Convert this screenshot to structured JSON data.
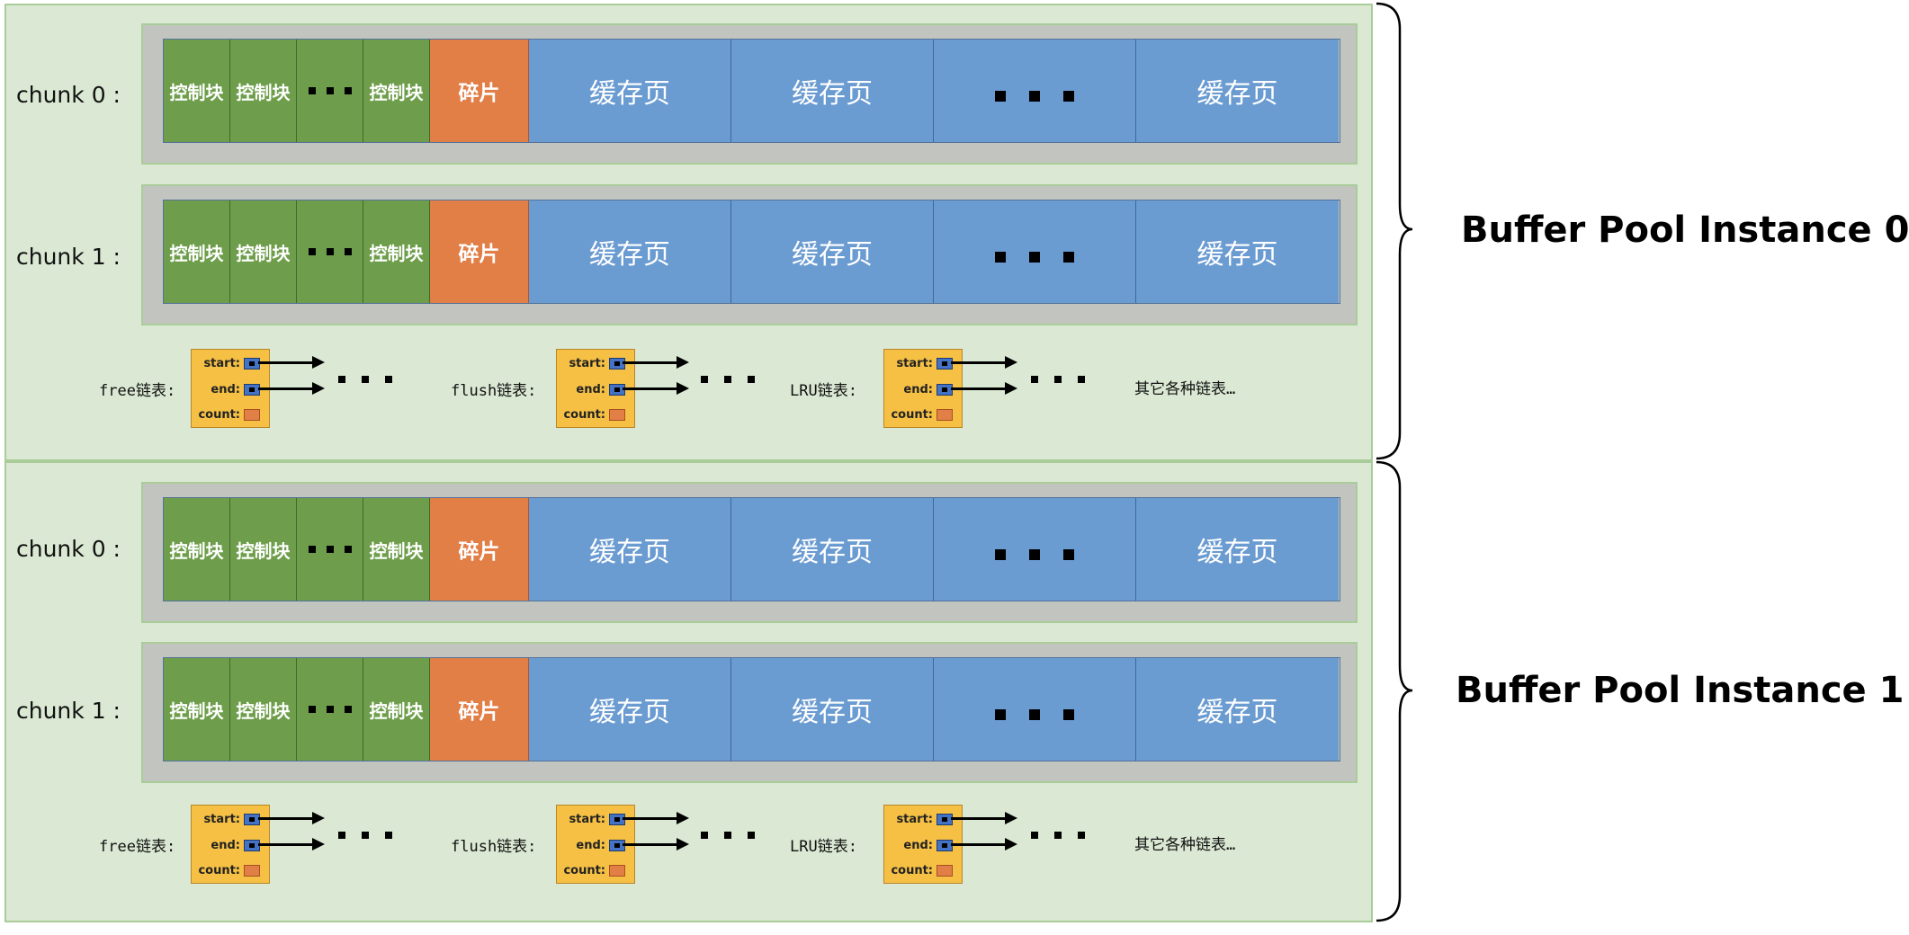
{
  "instances": [
    {
      "label": "Buffer Pool Instance 0",
      "chunks": [
        {
          "label": "chunk 0 :"
        },
        {
          "label": "chunk 1 :"
        }
      ],
      "lists": [
        {
          "label": "free链表:"
        },
        {
          "label": "flush链表:"
        },
        {
          "label": "LRU链表:"
        }
      ],
      "other_lists": "其它各种链表…"
    },
    {
      "label": "Buffer Pool Instance 1",
      "chunks": [
        {
          "label": "chunk 0 :"
        },
        {
          "label": "chunk 1 :"
        }
      ],
      "lists": [
        {
          "label": "free链表:"
        },
        {
          "label": "flush链表:"
        },
        {
          "label": "LRU链表:"
        }
      ],
      "other_lists": "其它各种链表…"
    }
  ],
  "segments": {
    "control_block": "控制块",
    "fragment": "碎片",
    "cache_page": "缓存页"
  },
  "list_fields": {
    "start": "start:",
    "end": "end:",
    "count": "count:"
  },
  "colors": {
    "instance_bg": "#dbe9d4",
    "chunk_bg": "#c2c5bf",
    "control_block": "#6e9e4b",
    "fragment": "#e17f47",
    "cache_page": "#6a9bd1",
    "list_node": "#f5c044"
  }
}
